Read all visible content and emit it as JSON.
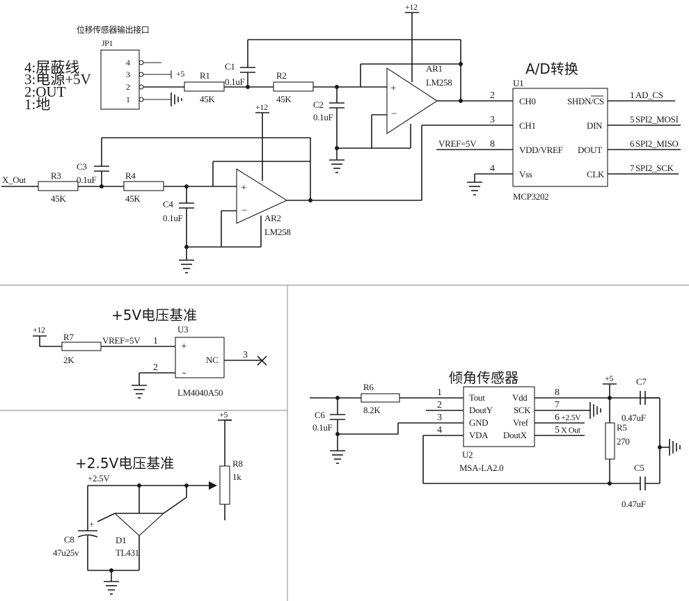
{
  "top": {
    "jp1": {
      "title": "位移传感器输出接口",
      "ref": "JP1",
      "pins": [
        "4",
        "3",
        "2",
        "1"
      ],
      "legend": [
        "4:屏蔽线",
        "3:电源+5V",
        "2:OUT",
        "1:地"
      ],
      "plus5": "+5"
    },
    "r1": {
      "ref": "R1",
      "value": "45K"
    },
    "r2": {
      "ref": "R2",
      "value": "45K"
    },
    "r3": {
      "ref": "R3",
      "value": "45K"
    },
    "r4": {
      "ref": "R4",
      "value": "45K"
    },
    "c1": {
      "ref": "C1",
      "value": "0.1uF"
    },
    "c2": {
      "ref": "C2",
      "value": "0.1uF"
    },
    "c3": {
      "ref": "C3",
      "value": "0.1uF"
    },
    "c4": {
      "ref": "C4",
      "value": "0.1uF"
    },
    "ar1": {
      "ref": "AR1",
      "part": "LM258",
      "supply": "+12"
    },
    "ar2": {
      "ref": "AR2",
      "part": "LM258",
      "supply": "+12"
    },
    "x_out": "X_Out",
    "adc": {
      "title": "A/D转换",
      "ref": "U1",
      "part": "MCP3202",
      "left_pins": [
        {
          "num": "2",
          "name": "CH0"
        },
        {
          "num": "3",
          "name": "CH1"
        },
        {
          "num": "8",
          "name": "VDD/VREF"
        },
        {
          "num": "4",
          "name": "Vss"
        }
      ],
      "right_pins": [
        {
          "num": "1",
          "name": "SHDN/CS",
          "net": "AD_CS"
        },
        {
          "num": "5",
          "name": "DIN",
          "net": "SPI2_MOSI"
        },
        {
          "num": "6",
          "name": "DOUT",
          "net": "SPI2_MISO"
        },
        {
          "num": "7",
          "name": "CLK",
          "net": "SPI2_SCK"
        }
      ],
      "vref_net": "VREF=5V"
    }
  },
  "ref5v": {
    "title": "+5V电压基准",
    "supply": "+12",
    "r7": {
      "ref": "R7",
      "value": "2K"
    },
    "vref_net": "VREF=5V",
    "u3": {
      "ref": "U3",
      "part": "LM4040A50",
      "pin1": "1",
      "pin2": "2",
      "pin3": "3",
      "nc": "NC",
      "plus": "+",
      "minus": "-"
    }
  },
  "ref25v": {
    "title": "+2.5V电压基准",
    "net": "+2.5V",
    "supply": "+5",
    "c8": {
      "ref": "C8",
      "value": "47u25v",
      "plus": "+"
    },
    "d1": {
      "ref": "D1",
      "part": "TL431"
    },
    "r8": {
      "ref": "R8",
      "value": "1k"
    }
  },
  "tilt": {
    "title": "倾角传感器",
    "r6": {
      "ref": "R6",
      "value": "8.2K"
    },
    "c6": {
      "ref": "C6",
      "value": "0.1uF"
    },
    "c7": {
      "ref": "C7",
      "value": "0.47uF"
    },
    "c5": {
      "ref": "C5",
      "value": "0.47uF"
    },
    "r5": {
      "ref": "R5",
      "value": "270"
    },
    "supply": "+5",
    "u2": {
      "ref": "U2",
      "part": "MSA-LA2.0",
      "left_pins": [
        {
          "num": "1",
          "name": "Tout"
        },
        {
          "num": "2",
          "name": "DoutY"
        },
        {
          "num": "3",
          "name": "GND"
        },
        {
          "num": "4",
          "name": "VDA"
        }
      ],
      "right_pins": [
        {
          "num": "8",
          "name": "Vdd"
        },
        {
          "num": "7",
          "name": "SCK"
        },
        {
          "num": "6",
          "name": "Vref",
          "net": "+2.5V"
        },
        {
          "num": "5",
          "name": "DoutX",
          "net": "X Out"
        }
      ]
    }
  }
}
